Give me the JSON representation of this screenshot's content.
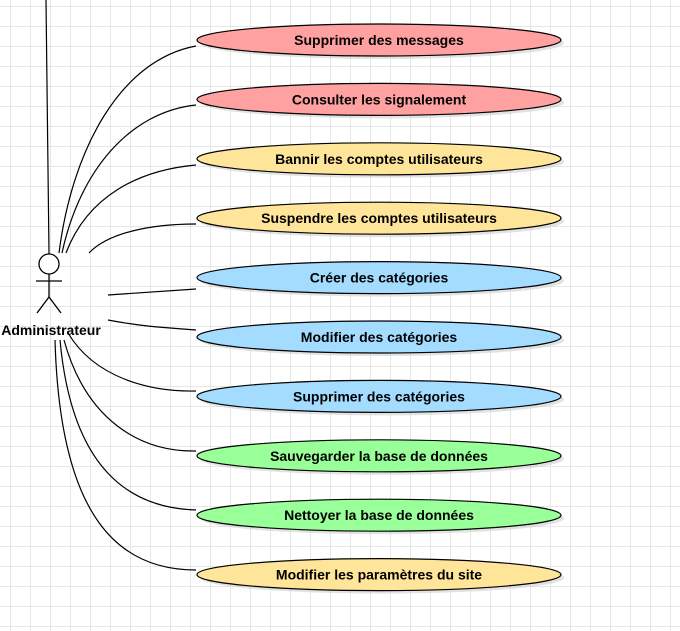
{
  "actor": {
    "name": "Administrateur"
  },
  "colors": {
    "red": "#ffa1a1",
    "yellow": "#ffe599",
    "blue": "#a3dcff",
    "green": "#99ff99",
    "stroke": "#000000",
    "grid": "#e6e6e6"
  },
  "use_cases": [
    {
      "label": "Supprimer des messages",
      "color": "red"
    },
    {
      "label": "Consulter les signalement",
      "color": "red"
    },
    {
      "label": "Bannir les comptes utilisateurs",
      "color": "yellow"
    },
    {
      "label": "Suspendre les comptes utilisateurs",
      "color": "yellow"
    },
    {
      "label": "Créer des catégories",
      "color": "blue"
    },
    {
      "label": "Modifier des catégories",
      "color": "blue"
    },
    {
      "label": "Supprimer des catégories",
      "color": "blue"
    },
    {
      "label": "Sauvegarder la base de données",
      "color": "green"
    },
    {
      "label": "Nettoyer la base de données",
      "color": "green"
    },
    {
      "label": "Modifier les paramètres du site",
      "color": "yellow"
    }
  ]
}
